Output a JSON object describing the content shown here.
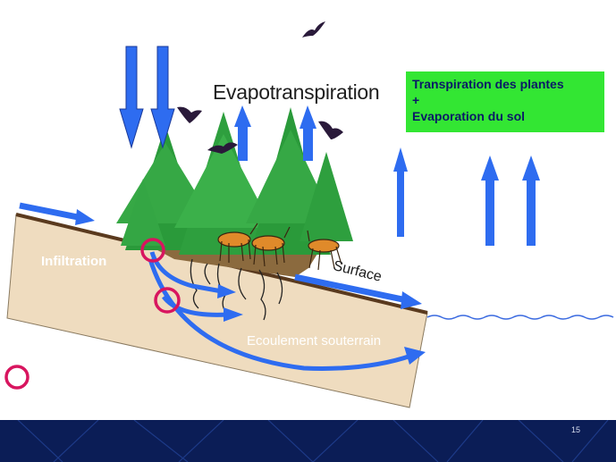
{
  "title": "Evapotranspiration",
  "box": {
    "line1": "Transpiration des plantes",
    "line2": "+",
    "line3": "Evaporation du sol"
  },
  "labels": {
    "infiltration": "Infiltration",
    "surface": "Surface",
    "groundwater": "Ecoulement souterrain"
  },
  "page_number": "15",
  "colors": {
    "arrow_blue": "#2e6cf0",
    "box_green": "#33e633",
    "box_text": "#0b1a66",
    "circle_magenta": "#d8155f",
    "soil": "#efdcbf",
    "tree_green": "#2a9a3a",
    "footer_navy": "#0b1d56"
  }
}
